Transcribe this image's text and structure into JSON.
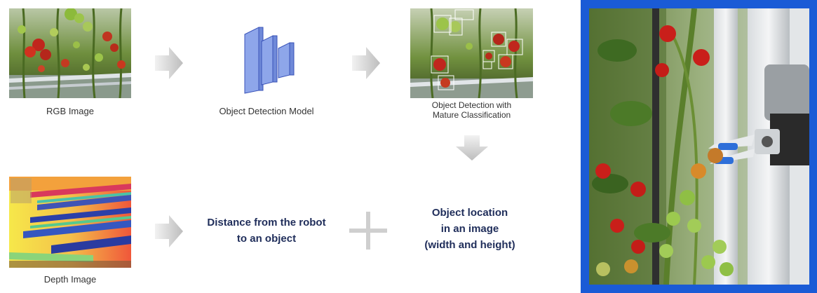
{
  "pipeline": {
    "rgb_caption": "RGB Image",
    "model_caption": "Object Detection Model",
    "detection_caption_line1": "Object Detection with",
    "detection_caption_line2": "Mature Classification",
    "depth_caption": "Depth Image",
    "distance_line1": "Distance from the robot",
    "distance_line2": "to an object",
    "location_line1": "Object location",
    "location_line2": "in an image",
    "location_line3": "(width and height)"
  },
  "icons": {
    "right_arrow": "right-arrow-icon",
    "down_arrow": "down-arrow-icon",
    "plus": "plus-icon",
    "model": "neural-network-icon"
  },
  "colors": {
    "text_dark_blue": "#1f2d5a",
    "frame_blue": "#1a5bd6",
    "arrow_gray": "#c8c8c8",
    "model_fill": "#8ea6ea",
    "model_stroke": "#3a53b8"
  }
}
